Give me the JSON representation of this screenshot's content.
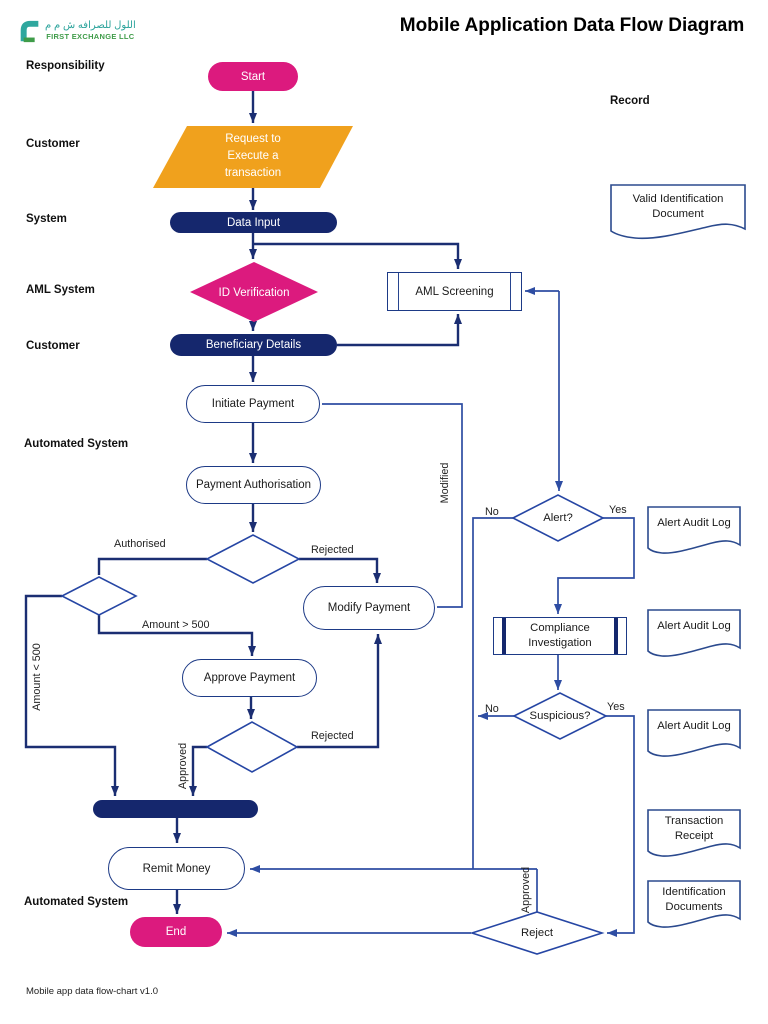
{
  "header": {
    "title": "Mobile Application Data Flow Diagram",
    "logo": {
      "arabic": "اللول للصرافه ش م م",
      "company": "FIRST EXCHANGE LLC"
    }
  },
  "lanes": {
    "responsibility": "Responsibility",
    "customer1": "Customer",
    "system": "System",
    "aml_system": "AML System",
    "customer2": "Customer",
    "automated1": "Automated System",
    "automated2": "Automated System",
    "record": "Record"
  },
  "nodes": {
    "start": "Start",
    "request": {
      "line1": "Request to",
      "line2": "Execute a",
      "line3": "transaction"
    },
    "data_input": "Data Input",
    "id_verification": "ID Verification",
    "aml_screening": "AML Screening",
    "beneficiary": "Beneficiary Details",
    "initiate": "Initiate Payment",
    "payment_auth": "Payment Authorisation",
    "modify": "Modify Payment",
    "approve": "Approve Payment",
    "remit": "Remit Money",
    "end": "End",
    "alert": "Alert?",
    "compliance": {
      "line1": "Compliance",
      "line2": "Investigation"
    },
    "suspicious": "Suspicious?",
    "reject": "Reject"
  },
  "edge_labels": {
    "authorised": "Authorised",
    "rejected_top": "Rejected",
    "amount_gt": "Amount > 500",
    "amount_lt": "Amount < 500",
    "modified": "Modified",
    "approved_left": "Approved",
    "rejected_bottom": "Rejected",
    "no_alert": "No",
    "yes_alert": "Yes",
    "no_suspicious": "No",
    "yes_suspicious": "Yes",
    "approved_reject": "Approved"
  },
  "documents": {
    "valid_id": {
      "line1": "Valid Identification",
      "line2": "Document"
    },
    "audit1": "Alert Audit Log",
    "audit2": "Alert Audit Log",
    "audit3": "Alert Audit Log",
    "receipt": {
      "line1": "Transaction",
      "line2": "Receipt"
    },
    "id_docs": {
      "line1": "Identification",
      "line2": "Documents"
    }
  },
  "footer": "Mobile app data flow-chart v1.0",
  "colors": {
    "pink": "#dc1a7e",
    "orange": "#f0a11d",
    "navy_fill": "#15276d",
    "line_dark": "#1b2e72",
    "line_blue": "#2e4da3",
    "shape_border": "#1d3a86"
  }
}
